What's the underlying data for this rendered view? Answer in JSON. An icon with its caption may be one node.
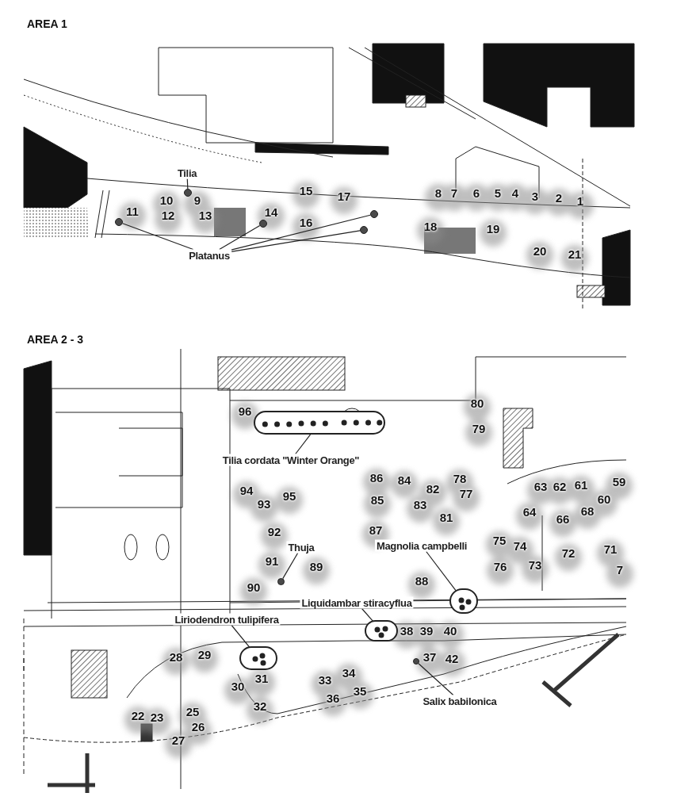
{
  "diagram": {
    "nodes": [
      {
        "text": [
          "Tilia"
        ]
      },
      {
        "text": [],
        "shape": "circle"
      },
      {
        "text": [
          "Platanus"
        ]
      },
      {
        "text": [],
        "shape": "circle"
      },
      {
        "text": [],
        "shape": "circle"
      },
      {
        "text": [],
        "shape": "circle"
      },
      {
        "text": [],
        "shape": "circle"
      },
      {
        "text": [
          "Tilia cordata \"Winter Orange\""
        ]
      },
      {
        "text": [],
        "shape": "oval"
      },
      {
        "text": [
          "Thuja"
        ]
      },
      {
        "text": [],
        "shape": "circle"
      },
      {
        "text": [
          "Magnolia campbelli"
        ]
      },
      {
        "text": [],
        "shape": "oval"
      },
      {
        "text": [
          "Liriodendron tulipifera"
        ]
      },
      {
        "text": [],
        "shape": "oval"
      },
      {
        "text": [
          "Liquidambar stiracyflua"
        ]
      },
      {
        "text": [],
        "shape": "oval"
      },
      {
        "text": [
          "Salix babilonica"
        ]
      },
      {
        "text": [],
        "shape": "circle"
      }
    ],
    "edges": [
      {
        "from": 0,
        "to": 1,
        "arrow": "none"
      },
      {
        "from": 2,
        "to": 3,
        "arrow": "none"
      },
      {
        "from": 2,
        "to": 4,
        "arrow": "none"
      },
      {
        "from": 2,
        "to": 5,
        "arrow": "none"
      },
      {
        "from": 2,
        "to": 6,
        "arrow": "none"
      },
      {
        "from": 7,
        "to": 8,
        "arrow": "none"
      },
      {
        "from": 9,
        "to": 10,
        "arrow": "none"
      },
      {
        "from": 11,
        "to": 12,
        "arrow": "none"
      },
      {
        "from": 13,
        "to": 14,
        "arrow": "none"
      },
      {
        "from": 15,
        "to": 16,
        "arrow": "none"
      },
      {
        "from": 17,
        "to": 18,
        "arrow": "none"
      }
    ],
    "labels": [
      "AREA 1",
      "10",
      "9",
      "15",
      "17",
      "8",
      "7",
      "6",
      "5",
      "4",
      "3",
      "2",
      "1",
      "11",
      "12",
      "13",
      "14",
      "16",
      "18",
      "19",
      "20",
      "21",
      "AREA 2 - 3",
      "96",
      "80",
      "79",
      "94",
      "86",
      "84",
      "78",
      "63",
      "62",
      "61",
      "59",
      "93",
      "95",
      "85",
      "82",
      "77",
      "60",
      "83",
      "81",
      "64",
      "66",
      "68",
      "92",
      "87",
      "75",
      "74",
      "72",
      "71",
      "91",
      "89",
      "76",
      "73",
      "7",
      "90",
      "88",
      "38",
      "39",
      "40",
      "28",
      "29",
      "37",
      "42",
      "31",
      "34",
      "33",
      "30",
      "35",
      "36",
      "32",
      "25",
      "22",
      "23",
      "26",
      "27"
    ]
  }
}
